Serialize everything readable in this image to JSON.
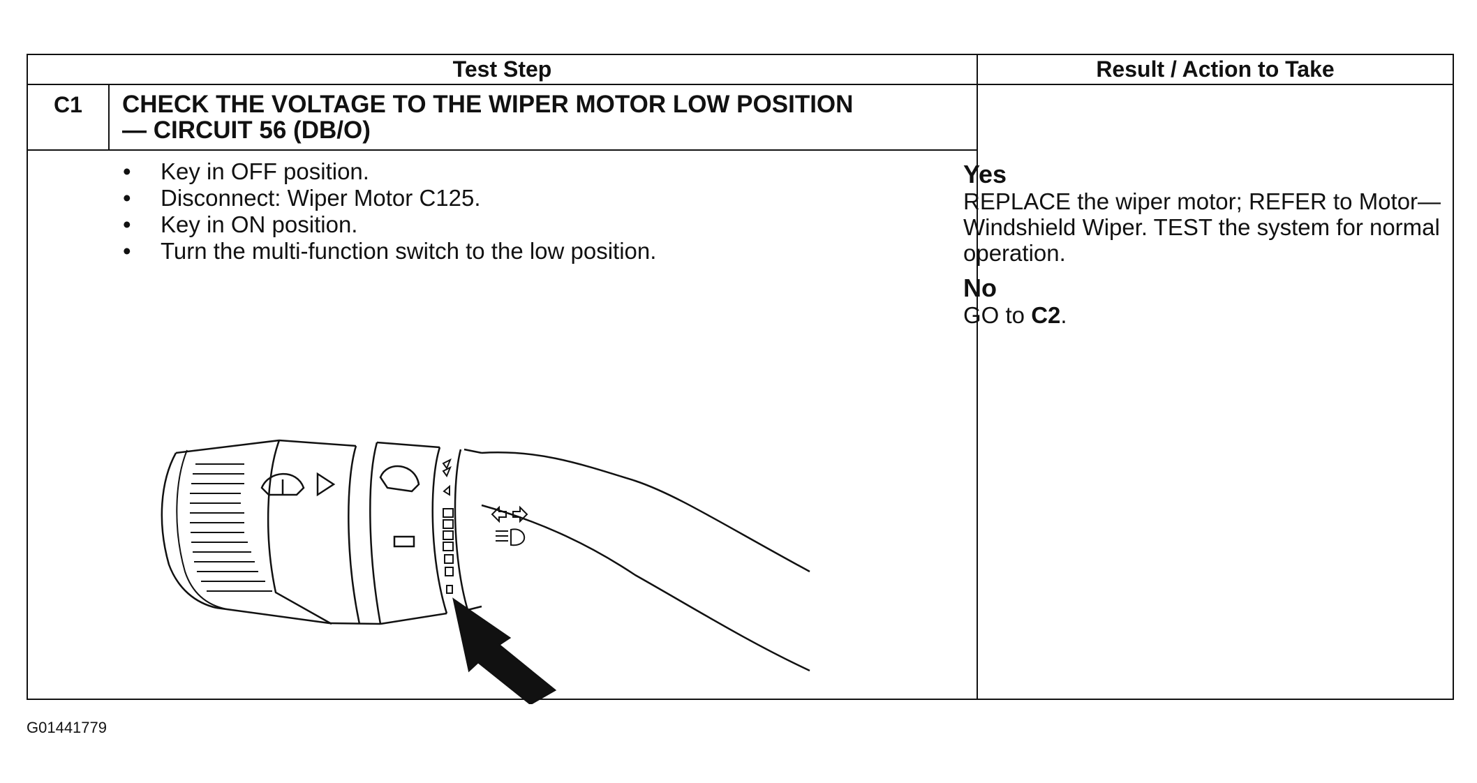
{
  "table": {
    "header_test_step": "Test Step",
    "header_result": "Result / Action to Take",
    "step_id": "C1",
    "step_title_line1": "CHECK THE VOLTAGE TO THE WIPER MOTOR LOW POSITION",
    "step_title_line2": "— CIRCUIT 56 (DB/O)",
    "bullet": "•",
    "steps": [
      "Key in OFF position.",
      "Disconnect: Wiper Motor C125.",
      "Key in ON position.",
      "Turn the multi-function switch to the low position."
    ],
    "yes_label": "Yes",
    "yes_text": "REPLACE the wiper motor; REFER to Motor—Windshield Wiper. TEST the system for normal operation.",
    "no_label": "No",
    "no_text_prefix": "GO to ",
    "no_text_target": "C2",
    "no_text_suffix": "."
  },
  "figure_id": "G01441779"
}
